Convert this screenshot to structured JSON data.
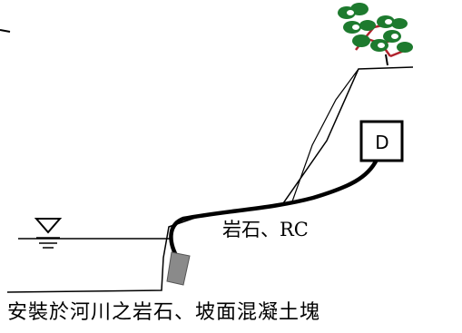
{
  "device": {
    "label": "D"
  },
  "labels": {
    "material": "岩石、RC",
    "caption": "安裝於河川之岩石、坡面混凝土塊"
  },
  "icons": [
    "water-level-symbol",
    "tree-icon",
    "device-box",
    "sensor-block"
  ],
  "colors": {
    "line": "#000000",
    "background": "#ffffff",
    "sensor_fill": "#8a8a8a",
    "tree_leaf": "#1d7a2e",
    "tree_branch": "#b0222c"
  }
}
